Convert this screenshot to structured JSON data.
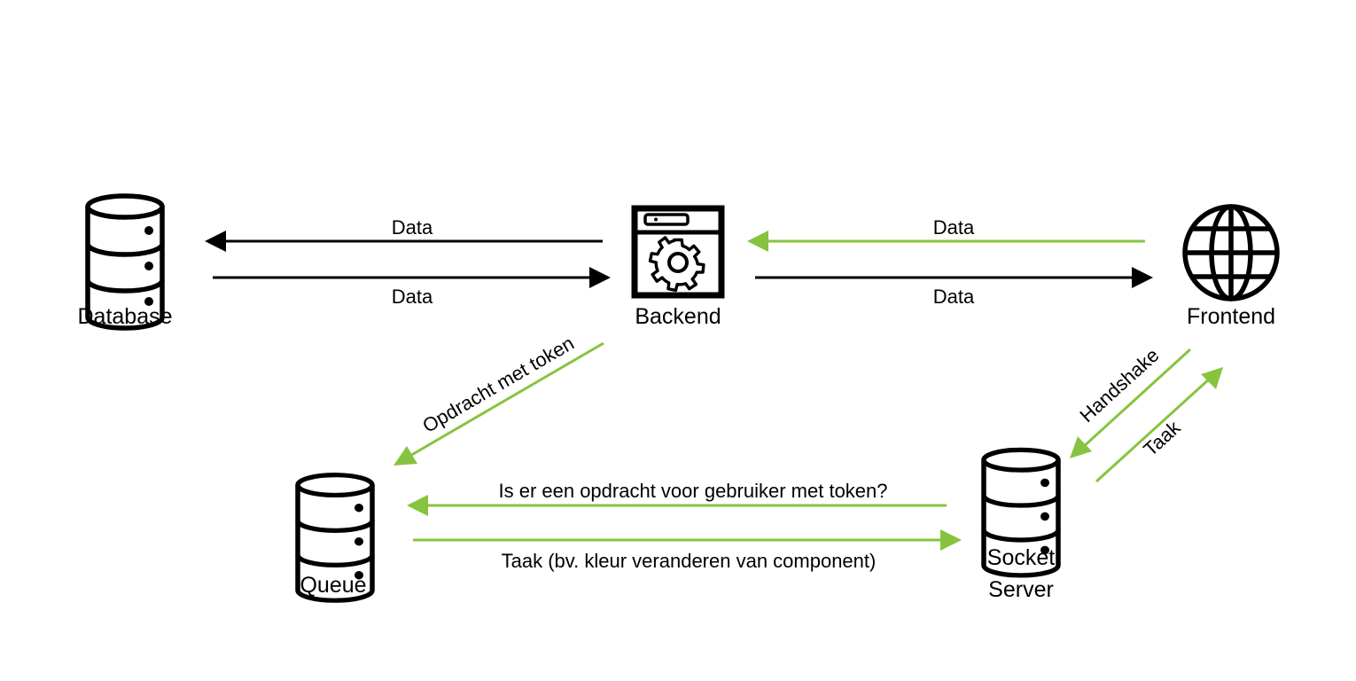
{
  "colors": {
    "black": "#000000",
    "green": "#86c440",
    "background": "#ffffff"
  },
  "nodes": {
    "database": {
      "label": "Database",
      "icon": "database-icon"
    },
    "backend": {
      "label": "Backend",
      "icon": "server-window-gear-icon"
    },
    "frontend": {
      "label": "Frontend",
      "icon": "globe-icon"
    },
    "queue": {
      "label": "Queue",
      "icon": "database-icon"
    },
    "socket_server": {
      "label_line1": "Socket",
      "label_line2": "Server",
      "icon": "database-icon"
    }
  },
  "edges": {
    "backend_to_database": {
      "label": "Data",
      "color": "black"
    },
    "database_to_backend": {
      "label": "Data",
      "color": "black"
    },
    "frontend_to_backend": {
      "label": "Data",
      "color": "green"
    },
    "backend_to_frontend": {
      "label": "Data",
      "color": "black"
    },
    "backend_to_queue": {
      "label": "Opdracht met token",
      "color": "green"
    },
    "socket_to_queue": {
      "label": "Is er een opdracht voor gebruiker met token?",
      "color": "green"
    },
    "queue_to_socket": {
      "label": "Taak (bv. kleur veranderen van component)",
      "color": "green"
    },
    "frontend_to_socket": {
      "label": "Handshake",
      "color": "green"
    },
    "socket_to_frontend": {
      "label": "Taak",
      "color": "green"
    }
  }
}
